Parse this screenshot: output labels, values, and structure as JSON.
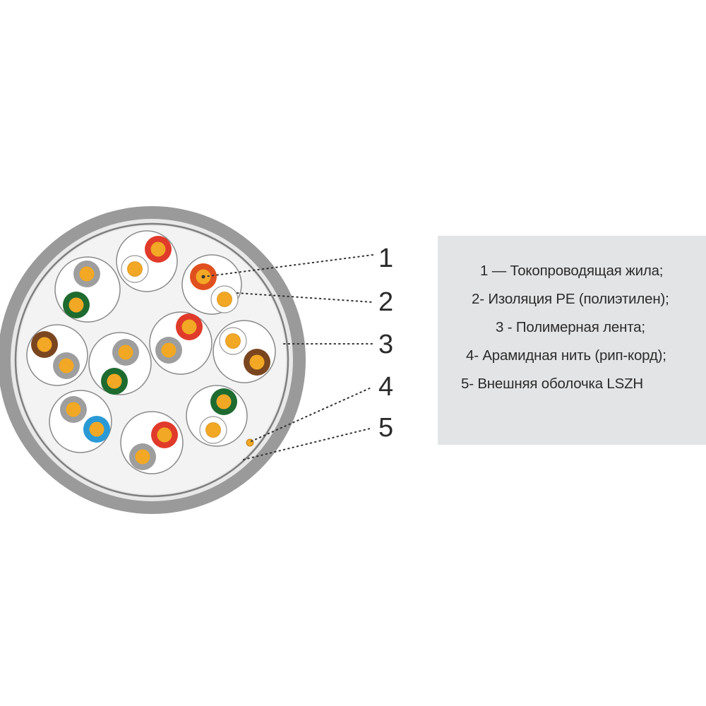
{
  "cable": {
    "colors": {
      "outer_sheath": "#9a9a9a",
      "inner_background": "#f3f3f3",
      "polymer_tape": "#ffffff",
      "copper": "#f2a825",
      "white_insulation": "#ffffff",
      "ripcord": "#f2a825"
    },
    "pairs": [
      {
        "pair": "orange",
        "conductors": [
          {
            "insulation": "#e03a2a"
          },
          {
            "insulation": "#ffffff"
          }
        ]
      },
      {
        "pair": "orange",
        "conductors": [
          {
            "insulation": "#e0501e"
          },
          {
            "insulation": "#ffffff"
          }
        ]
      },
      {
        "pair": "green",
        "conductors": [
          {
            "insulation": "#9e9e9e"
          },
          {
            "insulation": "#1e6b30"
          }
        ]
      },
      {
        "pair": "brown",
        "conductors": [
          {
            "insulation": "#7a4620"
          },
          {
            "insulation": "#9e9e9e"
          }
        ]
      },
      {
        "pair": "green",
        "conductors": [
          {
            "insulation": "#9e9e9e"
          },
          {
            "insulation": "#1e6b30"
          }
        ]
      },
      {
        "pair": "red",
        "conductors": [
          {
            "insulation": "#e03a2a"
          },
          {
            "insulation": "#9e9e9e"
          }
        ]
      },
      {
        "pair": "brown",
        "conductors": [
          {
            "insulation": "#ffffff"
          },
          {
            "insulation": "#7a4620"
          }
        ]
      },
      {
        "pair": "blue",
        "conductors": [
          {
            "insulation": "#9e9e9e"
          },
          {
            "insulation": "#2a9ad6"
          }
        ]
      },
      {
        "pair": "red",
        "conductors": [
          {
            "insulation": "#e03a2a"
          },
          {
            "insulation": "#9e9e9e"
          }
        ]
      },
      {
        "pair": "green",
        "conductors": [
          {
            "insulation": "#1e6b30"
          },
          {
            "insulation": "#ffffff"
          }
        ]
      }
    ]
  },
  "callouts": [
    "1",
    "2",
    "3",
    "4",
    "5"
  ],
  "legend": {
    "background": "#e3e4e6",
    "items": [
      "1 — Токопроводящая жила;",
      "2- Изоляция PE (полиэтилен);",
      "3 - Полимерная лента;",
      "4- Арамидная нить (рип-корд);",
      "5- Внешняя оболочка LSZH"
    ]
  }
}
